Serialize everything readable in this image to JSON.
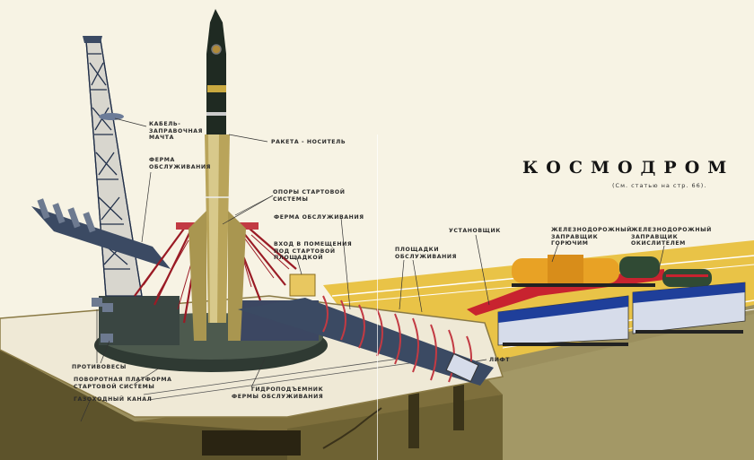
{
  "title": "КОСМОДРОМ",
  "subtitle": "(См. статью на стр. 66).",
  "labels": {
    "cable_mast": "КАБЕЛЬ-\nЗАПРАВОЧНАЯ\nМАЧТА",
    "service_truss_left": "ФЕРМА\nОБСЛУЖИВАНИЯ",
    "launch_vehicle": "РАКЕТА - НОСИТЕЛЬ",
    "launch_supports": "ОПОРЫ СТАРТОВОЙ\nСИСТЕМЫ",
    "service_truss_right": "ФЕРМА ОБСЛУЖИВАНИЯ",
    "entrance": "ВХОД В ПОМЕЩЕНИЯ\nПОД СТАРТОВОЙ\nПЛОЩАДКОЙ",
    "service_platforms": "ПЛОЩАДКИ\nОБСЛУЖИВАНИЯ",
    "erector": "УСТАНОВЩИК",
    "fuel_tanker": "ЖЕЛЕЗНОДОРОЖНЫЙ\nЗАПРАВЩИК\nГОРЮЧИМ",
    "oxidizer_tanker": "ЖЕЛЕЗНОДОРОЖНЫЙ\nЗАПРАВЩИК\nОКИСЛИТЕЛЕМ",
    "counterweights": "ПРОТИВОВЕСЫ",
    "rotating_platform": "ПОВОРОТНАЯ ПЛАТФОРМА\nСТАРТОВОЙ СИСТЕМЫ",
    "gas_channel": "ГАЗОХОДНЫЙ КАНАЛ",
    "hydraulic_lift": "ГИДРОПОДЪЕМНИК\nФЕРМЫ ОБСЛУЖИВАНИЯ",
    "elevator": "ЛИФТ"
  },
  "colors": {
    "paper": "#f7f3e4",
    "concrete_top": "#efe9d6",
    "concrete_side": "#7e6f3c",
    "ground": "#9b8f5e",
    "rocket_body": "#b9a45a",
    "rocket_dark": "#1f2a22",
    "truss_red": "#9a1b25",
    "steel_blue": "#3b4a63",
    "track_yellow": "#e9c347",
    "car_blue": "#1f3f9a",
    "car_light": "#d6dcea",
    "tank_orange": "#e8a225",
    "tank_green": "#304a34"
  }
}
